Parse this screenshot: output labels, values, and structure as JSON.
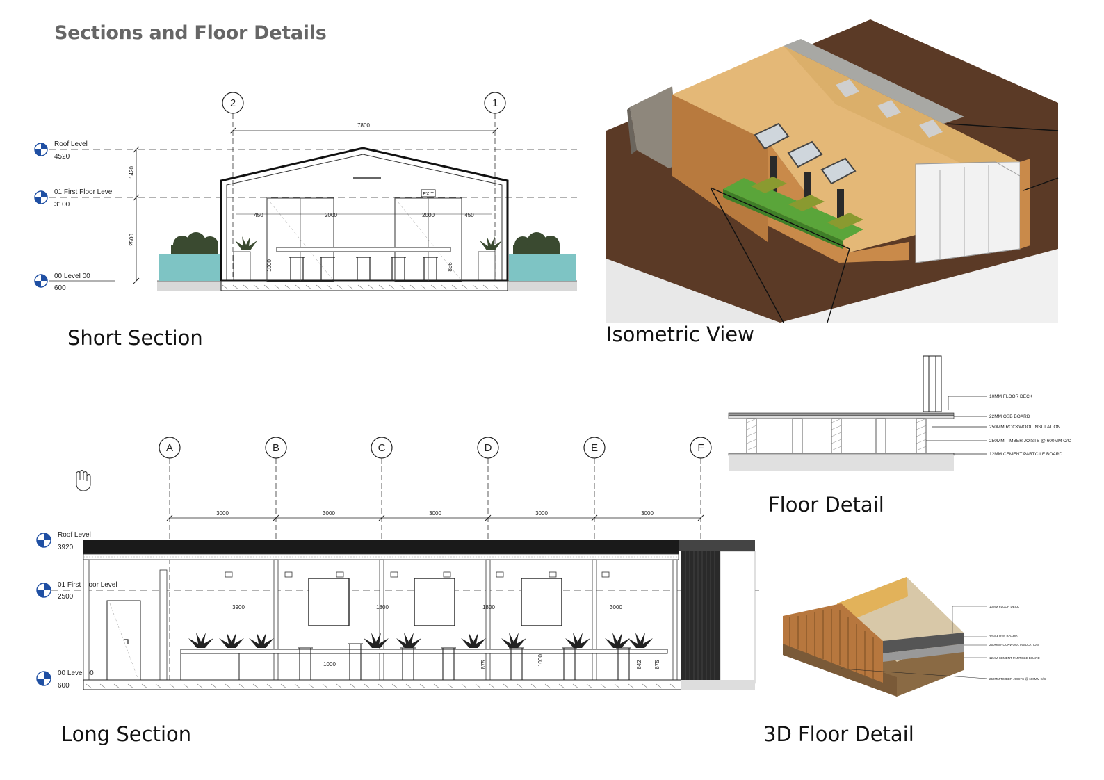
{
  "page": {
    "title": "Sections and Floor Details"
  },
  "captions": {
    "short_section": "Short Section",
    "isometric_view": "Isometric View",
    "floor_detail": "Floor Detail",
    "long_section": "Long Section",
    "floor_detail_3d": "3D Floor Detail"
  },
  "short_section": {
    "grid_left": "2",
    "grid_right": "1",
    "span_dim": "7800",
    "levels": [
      {
        "name": "Roof Level",
        "value": "4520"
      },
      {
        "name": "01 First Floor Level",
        "value": "3100"
      },
      {
        "name": "00 Level 00",
        "value": "600"
      }
    ],
    "dims": {
      "roof_to_first": "1420",
      "first_to_ground": "2500",
      "side_left": "450",
      "window_left": "2000",
      "window_right": "2000",
      "side_right": "450",
      "bench_height": "1000",
      "stool_height": "856"
    },
    "exit_sign": "EXIT"
  },
  "long_section": {
    "grids": [
      "A",
      "B",
      "C",
      "D",
      "E",
      "F"
    ],
    "bay_dims": [
      "3000",
      "3000",
      "3000",
      "3000",
      "3000"
    ],
    "levels": [
      {
        "name": "Roof Level",
        "value": "3920"
      },
      {
        "name": "01 First Floor Level",
        "value": "2500"
      },
      {
        "name": "00 Level 00",
        "value": "600"
      }
    ],
    "window_dims": [
      "3900",
      "1800",
      "1800",
      "3000"
    ],
    "height_dims": [
      "1000",
      "875",
      "1000",
      "842",
      "875"
    ]
  },
  "floor_detail": {
    "notes": [
      "10MM FLOOR DECK",
      "22MM OSB BOARD",
      "250MM ROCKWOOL INSULATION",
      "250MM TIMBER JOISTS @ 600MM C/C",
      "12MM CEMENT PARTCILE BOARD"
    ]
  },
  "floor_detail_3d": {
    "notes": [
      "10MM FLOOR DECK",
      "22MM OSB BOARD",
      "250MM ROCKWOOL INSULATION",
      "12MM CEMENT PARTICLE BOARD",
      "250MM TIMBER JOISTS @ 600MM C/C"
    ]
  },
  "colors": {
    "title_gray": "#666666",
    "planter_teal": "#7ec4c4",
    "foliage": "#3a4a30",
    "terrain": "#5b3a26",
    "roof_tan": "#e4b877",
    "roof_gray": "#a8a8a4",
    "timber": "#c98a4a",
    "grass": "#5aa53a",
    "level_marker": "#1f4fa3"
  }
}
